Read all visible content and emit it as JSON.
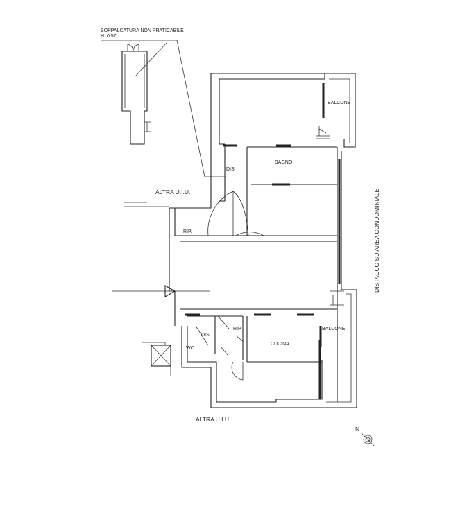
{
  "drawing": {
    "mezzanine_note_line1": "SOPPALCATURA NON PRATICABILE",
    "mezzanine_note_line2": "H. 0.57",
    "side_note": "DISTACCO SU AREA CONDOMINIALE",
    "other_unit_top": "ALTRA U.I.U.",
    "other_unit_bottom": "ALTRA U.I.U.",
    "north_label": "N"
  },
  "rooms": {
    "balcone_top": "BALCONE",
    "dis_top": "DIS.",
    "bagno": "BAGNO",
    "rip_left": "RIP.",
    "dis_bottom": "DIS.",
    "rip_bottom": "RIP.",
    "wc": "WC",
    "cucina": "CUCINA",
    "balcone_bottom": "BALCONE"
  }
}
